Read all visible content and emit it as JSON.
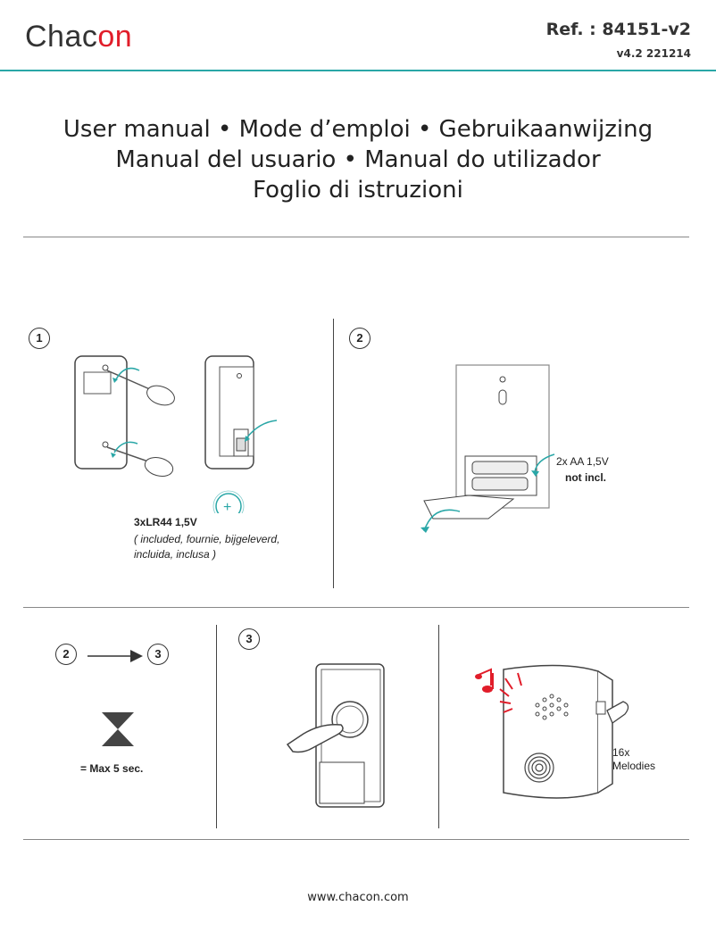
{
  "header": {
    "brand_prefix": "Chac",
    "brand_on": "on",
    "ref": "Ref. : 84151-v2",
    "version": "v4.2 221214"
  },
  "titles": {
    "line1": "User manual • Mode d’emploi • Gebruikaanwijzing",
    "line2": "Manual del usuario • Manual do utilizador",
    "line3": "Foglio di istruzioni"
  },
  "step1": {
    "number": "1",
    "battery_label": "3xLR44 1,5V",
    "battery_note_line1": "( included, fournie, bijgeleverd,",
    "battery_note_line2": "incluida, inclusa )"
  },
  "step2": {
    "number": "2",
    "battery_label": "2x AA 1,5V",
    "battery_note": "not incl."
  },
  "pairing": {
    "from": "2",
    "to": "3",
    "max_time": "= Max 5 sec."
  },
  "step3": {
    "number": "3",
    "melody_count": "16x",
    "melody_label": "Melodies"
  },
  "footer": {
    "url": "www.chacon.com"
  },
  "colors": {
    "accent_teal": "#2aa7a7",
    "brand_red": "#e11d2a"
  }
}
